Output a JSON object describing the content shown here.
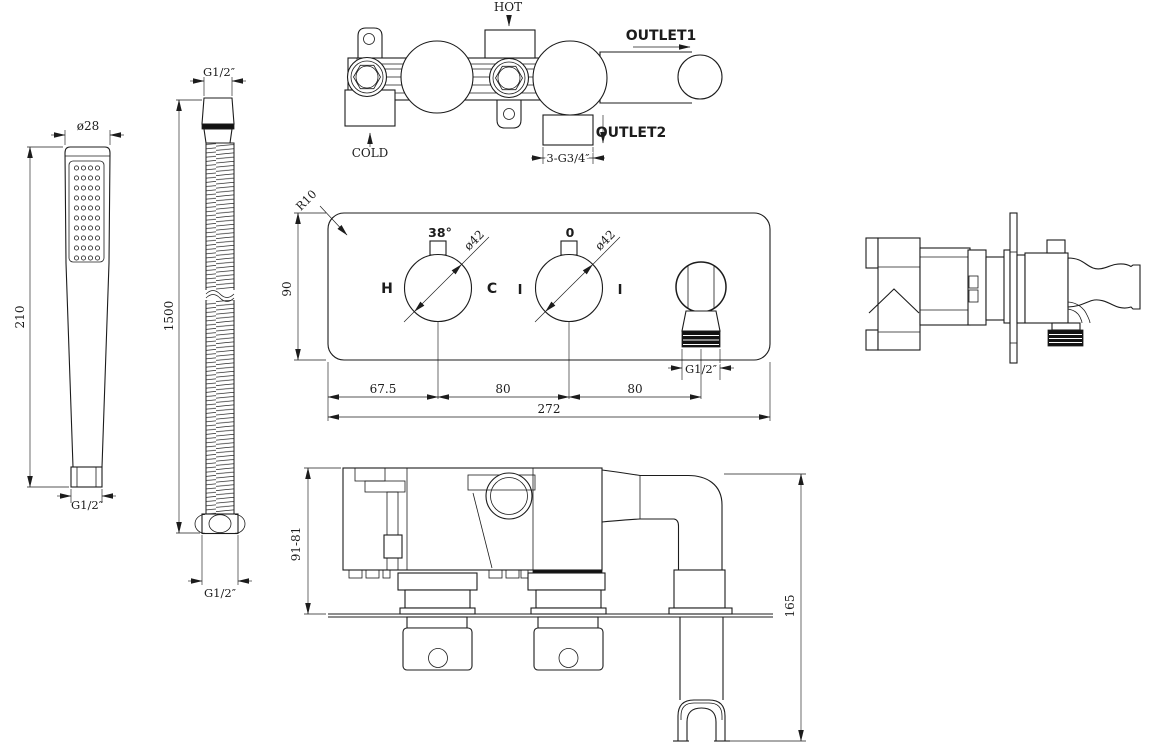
{
  "colors": {
    "line": "#1c1c1c",
    "dark_fill": "#121212",
    "background": "#ffffff"
  },
  "views": {
    "handshower": {
      "labels": {
        "diameter": "ø28",
        "length": "210",
        "thread": "G1/2″"
      }
    },
    "hose": {
      "labels": {
        "thread_top": "G1/2″",
        "length": "1500",
        "thread_bottom": "G1/2″"
      }
    },
    "top": {
      "labels": {
        "hot": "HOT",
        "cold": "COLD",
        "outlet1": "OUTLET1",
        "outlet2": "OUTLET2",
        "outlet_thread": "3-G3/4″"
      }
    },
    "front": {
      "labels": {
        "corner_radius": "R10",
        "height": "90",
        "temperature": "38°",
        "hot": "H",
        "cold": "C",
        "diverter_zero": "0",
        "mark_left": "I",
        "mark_right": "I",
        "knob1_diameter": "ø42",
        "knob2_diameter": "ø42",
        "outlet_thread": "G1/2″",
        "spacing_left": "67.5",
        "spacing_mid": "80",
        "spacing_right": "80",
        "total_width": "272"
      }
    },
    "bottom": {
      "labels": {
        "depth_range": "91-81",
        "height": "165"
      }
    }
  }
}
